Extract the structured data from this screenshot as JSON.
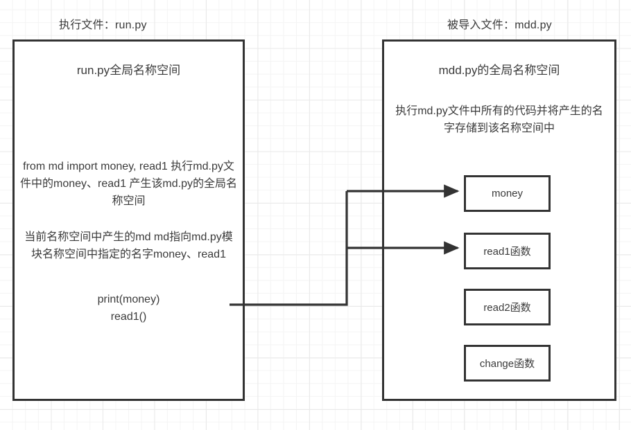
{
  "diagram": {
    "title_left": "执行文件：run.py",
    "title_right": "被导入文件：mdd.py",
    "left_box": {
      "heading": "run.py全局名称空间",
      "paragraph_import": "from md import money, read1 执行md.py文件中的money、read1 产生该md.py的全局名称空间",
      "paragraph_md": "当前名称空间中产生的md md指向md.py模块名称空间中指定的名字money、read1",
      "code_lines": "print(money)\nread1()"
    },
    "right_box": {
      "heading": "mdd.py的全局名称空间",
      "paragraph_exec": "执行md.py文件中所有的代码并将产生的名字存储到该名称空间中",
      "names": [
        {
          "label": "money"
        },
        {
          "label": "read1函数"
        },
        {
          "label": "read2函数"
        },
        {
          "label": "change函数"
        }
      ]
    },
    "connectors": [
      {
        "name": "arrow-to-money",
        "from": "run.py code",
        "to": "money"
      },
      {
        "name": "arrow-to-read1",
        "from": "run.py code",
        "to": "read1函数"
      }
    ],
    "colors": {
      "stroke": "#333333",
      "text": "#3a3a3a",
      "background": "#ffffff",
      "grid_minor": "#f4f4f4",
      "grid_major": "#e9e9e9"
    }
  }
}
